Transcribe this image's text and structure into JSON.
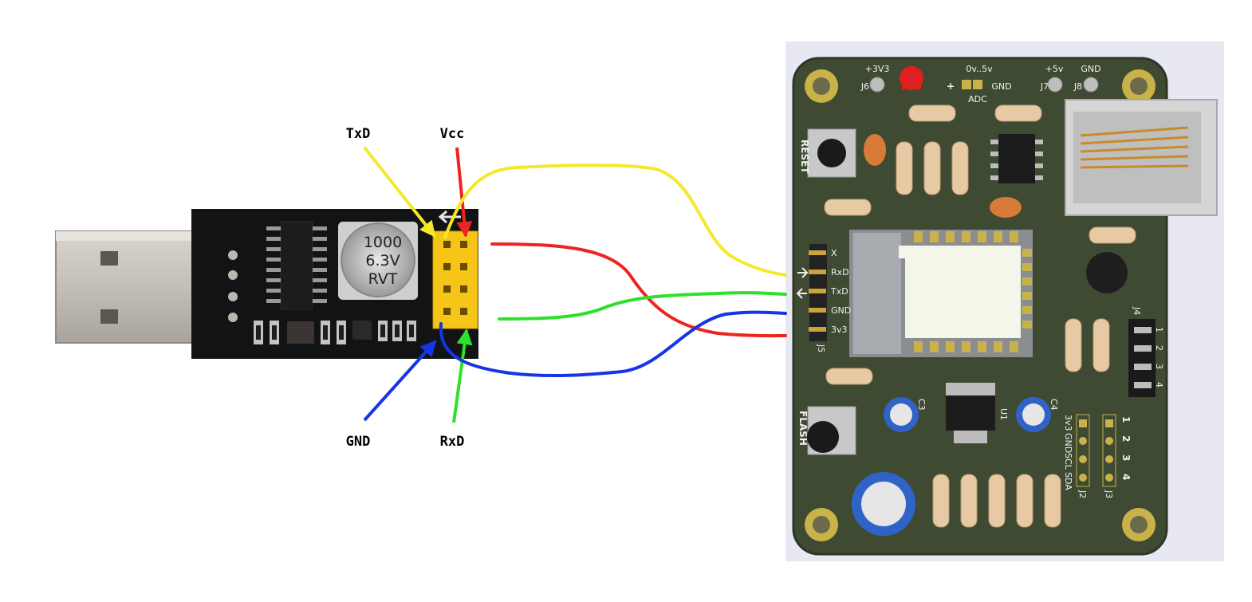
{
  "adapter": {
    "capacitor": {
      "line1": "1000",
      "line2": "6.3V",
      "line3": "RVT"
    },
    "pin_labels": {
      "txd": "TxD",
      "vcc": "Vcc",
      "gnd": "GND",
      "rxd": "RxD"
    }
  },
  "board": {
    "header_pins": [
      "X",
      "RxD",
      "TxD",
      "GND",
      "3v3"
    ],
    "header_ref": "J5",
    "top_labels": {
      "j6_value": "+3V3",
      "j6_ref": "J6",
      "adc_range": "0v..5v",
      "adc_plus": "+",
      "adc_gnd": "GND",
      "adc_name": "ADC",
      "j7_value": "+5v",
      "j7_ref": "J7",
      "j8_value": "GND",
      "j8_ref": "J8"
    },
    "reset_label": "RESET",
    "flash_label": "FLASH",
    "j4_ref": "J4",
    "j4_pins": [
      "1",
      "2",
      "3",
      "4"
    ],
    "u1_ref": "U1",
    "c3_ref": "C3",
    "c4_ref": "C4",
    "j2_ref": "J2",
    "j2_pins": [
      "3v3",
      "GND",
      "SCL",
      "SDA"
    ],
    "j3_ref": "J3",
    "j3_pins": [
      "1",
      "2",
      "3",
      "4"
    ]
  },
  "wire_colors": {
    "yellow": "#f5e82a",
    "red": "#ee2420",
    "green": "#2ee02a",
    "blue": "#1535e6"
  },
  "colors": {
    "pcb": "#3f4a33",
    "adapter_pcb": "#121314",
    "header": "#f5c518",
    "pad": "#c9b24a"
  }
}
